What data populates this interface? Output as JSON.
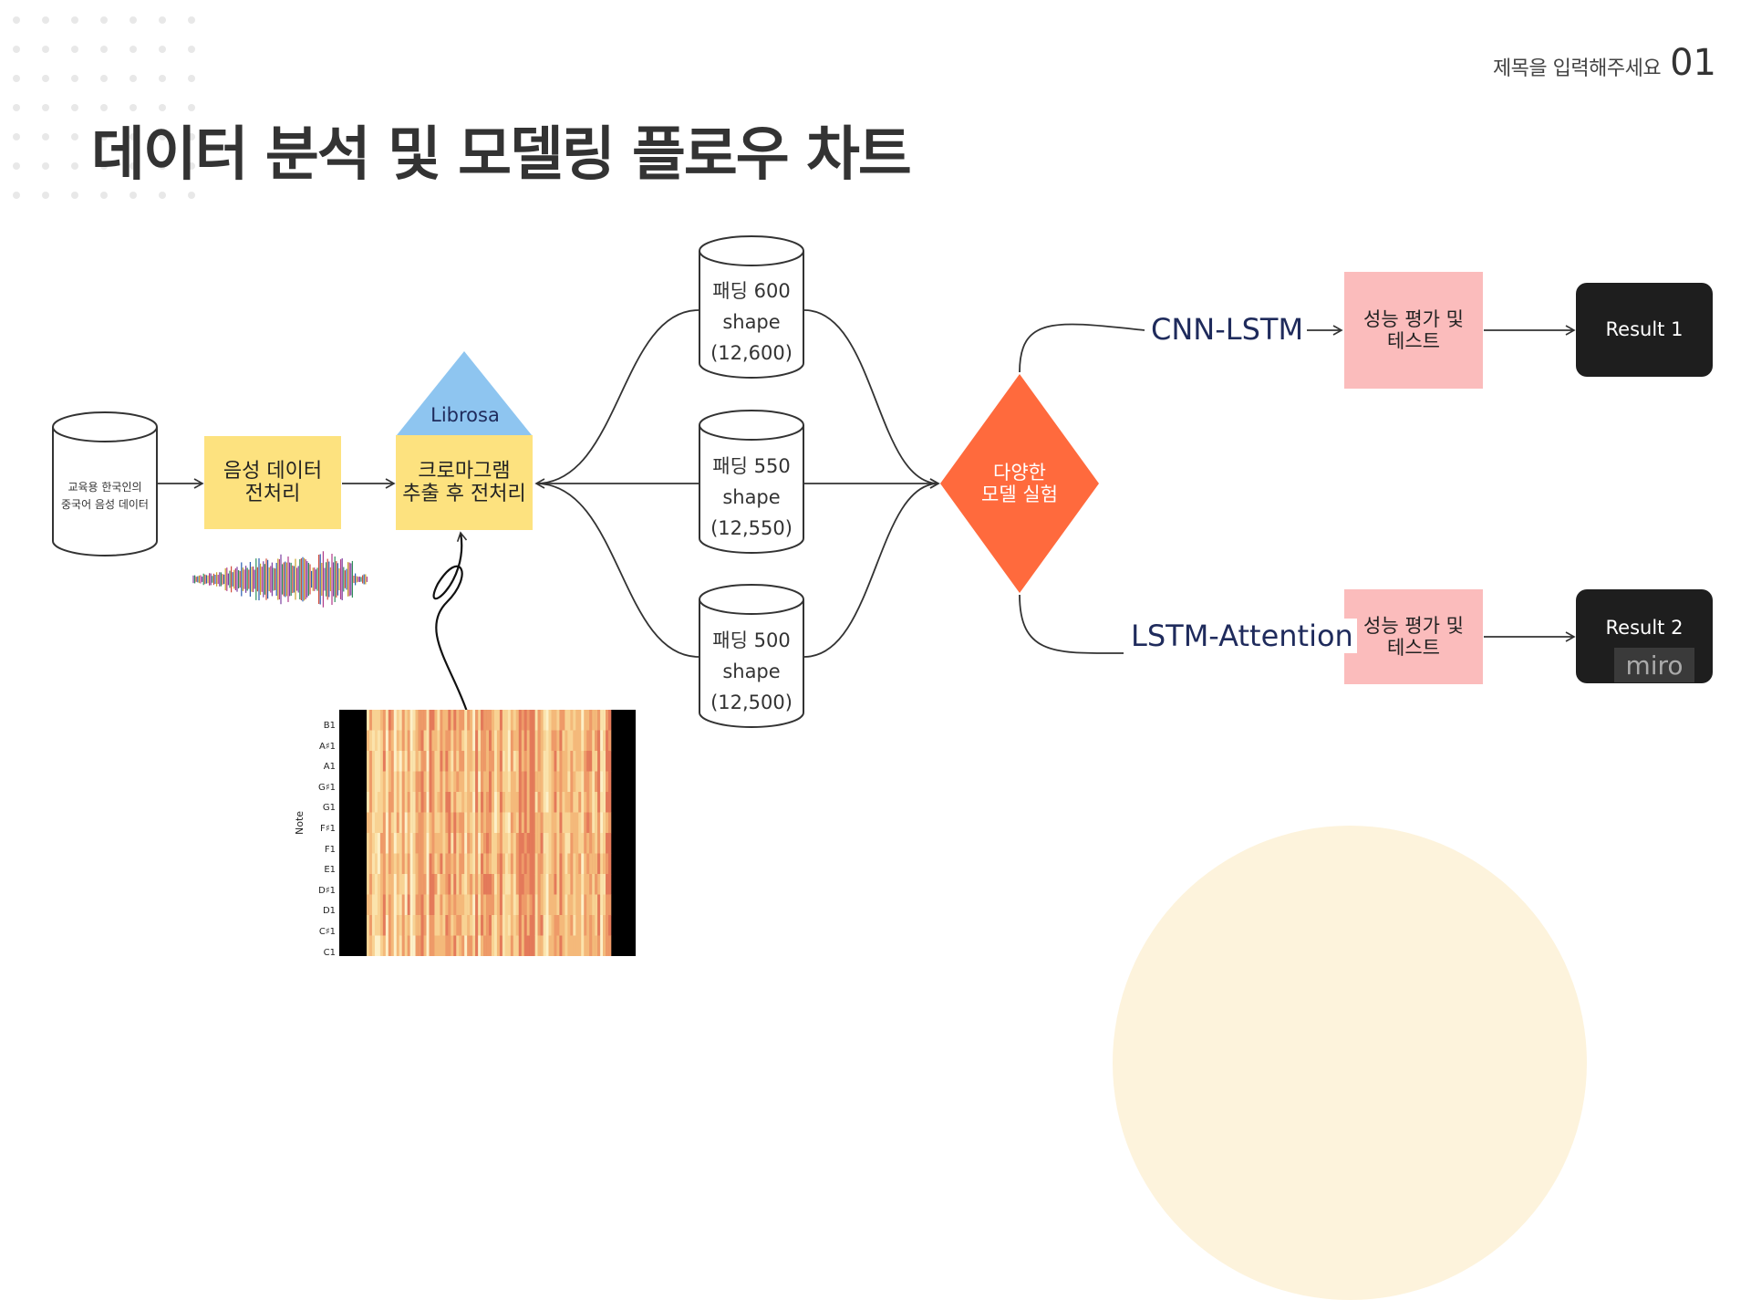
{
  "header": {
    "title": "데이터 분석 및 모델링 플로우 차트",
    "subtitle_placeholder": "제목을 입력해주세요",
    "page_number": "01"
  },
  "nodes": {
    "database": {
      "line1": "교육용 한국인의",
      "line2": "중국어 음성 데이터"
    },
    "preprocess": {
      "line1": "음성 데이터",
      "line2": "전처리"
    },
    "librosa": "Librosa",
    "chromagram": {
      "line1": "크로마그램",
      "line2": "추출 후 전처리"
    },
    "padding": [
      {
        "line1": "패딩 600",
        "line2": "shape",
        "line3": "(12,600)"
      },
      {
        "line1": "패딩 550",
        "line2": "shape",
        "line3": "(12,550)"
      },
      {
        "line1": "패딩 500",
        "line2": "shape",
        "line3": "(12,500)"
      }
    ],
    "experiment": {
      "line1": "다양한",
      "line2": "모델 실험"
    },
    "model_labels": [
      "CNN-LSTM",
      "LSTM-Attention"
    ],
    "evaluation": [
      {
        "line1": "성능 평가 및",
        "line2": "테스트"
      },
      {
        "line1": "성능 평가 및",
        "line2": "테스트"
      }
    ],
    "results": [
      "Result 1",
      "Result 2"
    ],
    "watermark": "miro"
  },
  "chromagram_plot": {
    "ylabel": "Note",
    "ticks": [
      "B1",
      "A♯1",
      "A1",
      "G♯1",
      "G1",
      "F♯1",
      "F1",
      "E1",
      "D♯1",
      "D1",
      "C♯1",
      "C1"
    ]
  },
  "colors": {
    "yellow": "#fde27f",
    "blue": "#8ec5f0",
    "orange": "#ff6a3d",
    "pink": "#fbbcbc",
    "dark": "#1e1e1e",
    "circle": "#fdf3dc",
    "label": "#1f2b5c"
  }
}
